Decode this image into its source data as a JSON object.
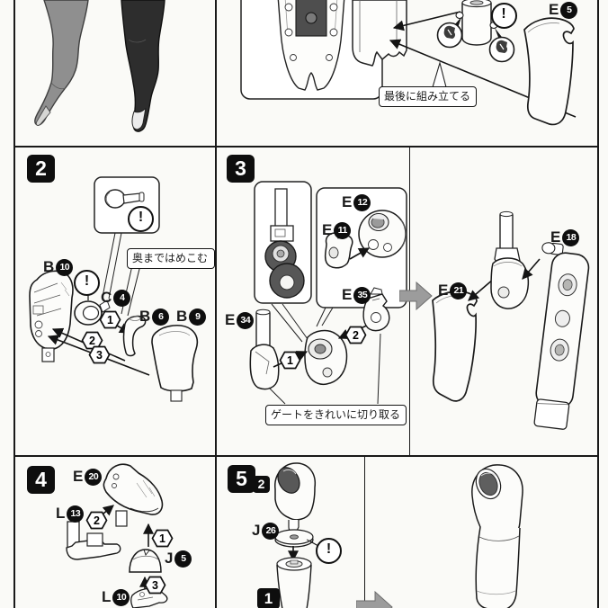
{
  "page": {
    "background": "#fafaf7",
    "ink": "#1b1b1b",
    "gray_arrow": "#9c9c9c"
  },
  "panels": {
    "top_right": {
      "part": {
        "letter": "E",
        "num": "5"
      },
      "warning": "!",
      "callout": "最後に組み立てる"
    },
    "step2": {
      "number": "2",
      "callout": "奥まではめこむ",
      "warning_inset": "!",
      "warning_joint": "!",
      "parts": [
        {
          "letter": "B",
          "num": "10"
        },
        {
          "letter": "C",
          "num": "4"
        },
        {
          "letter": "B",
          "num": "6"
        },
        {
          "letter": "B",
          "num": "9"
        }
      ],
      "sequence": [
        "1",
        "2",
        "3"
      ]
    },
    "step3": {
      "number": "3",
      "callout": "ゲートをきれいに切り取る",
      "parts": [
        {
          "letter": "E",
          "num": "11"
        },
        {
          "letter": "E",
          "num": "12"
        },
        {
          "letter": "E",
          "num": "34"
        },
        {
          "letter": "E",
          "num": "35"
        }
      ],
      "sequence": [
        "1",
        "2"
      ],
      "result_parts": [
        {
          "letter": "E",
          "num": "21"
        },
        {
          "letter": "E",
          "num": "18"
        }
      ]
    },
    "step4": {
      "number": "4",
      "parts": [
        {
          "letter": "E",
          "num": "20"
        },
        {
          "letter": "L",
          "num": "13"
        },
        {
          "letter": "J",
          "num": "5"
        },
        {
          "letter": "L",
          "num": "10"
        }
      ],
      "sequence": [
        "1",
        "2",
        "3"
      ]
    },
    "step5": {
      "number": "5",
      "substeps": [
        "1",
        "2"
      ],
      "part": {
        "letter": "J",
        "num": "26"
      },
      "warning": "!"
    }
  }
}
